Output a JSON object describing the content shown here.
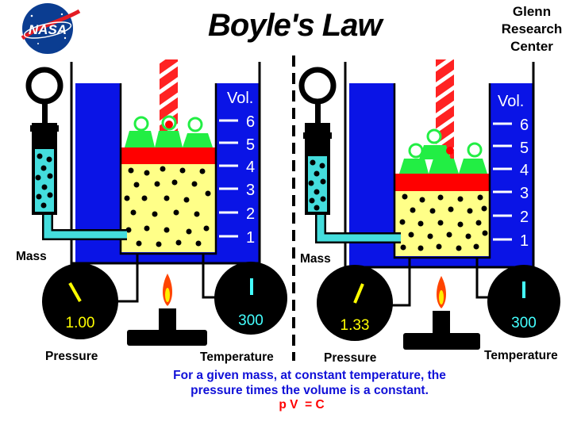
{
  "header": {
    "title": "Boyle's Law",
    "logo_text": "NASA",
    "center_lines": [
      "Glenn",
      "Research",
      "Center"
    ]
  },
  "states": [
    {
      "id": "left",
      "pressure": "1.00",
      "temperature": "300",
      "pressure_label": "Pressure",
      "temperature_label": "Temperature",
      "mass_label": "Mass",
      "volume_label": "Vol.",
      "scale_ticks": [
        "6",
        "5",
        "4",
        "3",
        "2",
        "1"
      ]
    },
    {
      "id": "right",
      "pressure": "1.33",
      "temperature": "300",
      "pressure_label": "Pressure",
      "temperature_label": "Temperature",
      "mass_label": "Mass",
      "volume_label": "Vol.",
      "scale_ticks": [
        "6",
        "5",
        "4",
        "3",
        "2",
        "1"
      ]
    }
  ],
  "caption": {
    "line1": "For a given mass, at constant temperature, the",
    "line2": "pressure times  the volume is  a constant.",
    "formula": "p V  = C"
  },
  "colors": {
    "water": "#0a14e6",
    "gas": "#ffff88",
    "piston": "#ff0000",
    "weight": "#22ee44",
    "gauge": "#000000",
    "gauge_text": "#ffff00",
    "thermo_text": "#44ffff",
    "flame": "#ff4400"
  }
}
